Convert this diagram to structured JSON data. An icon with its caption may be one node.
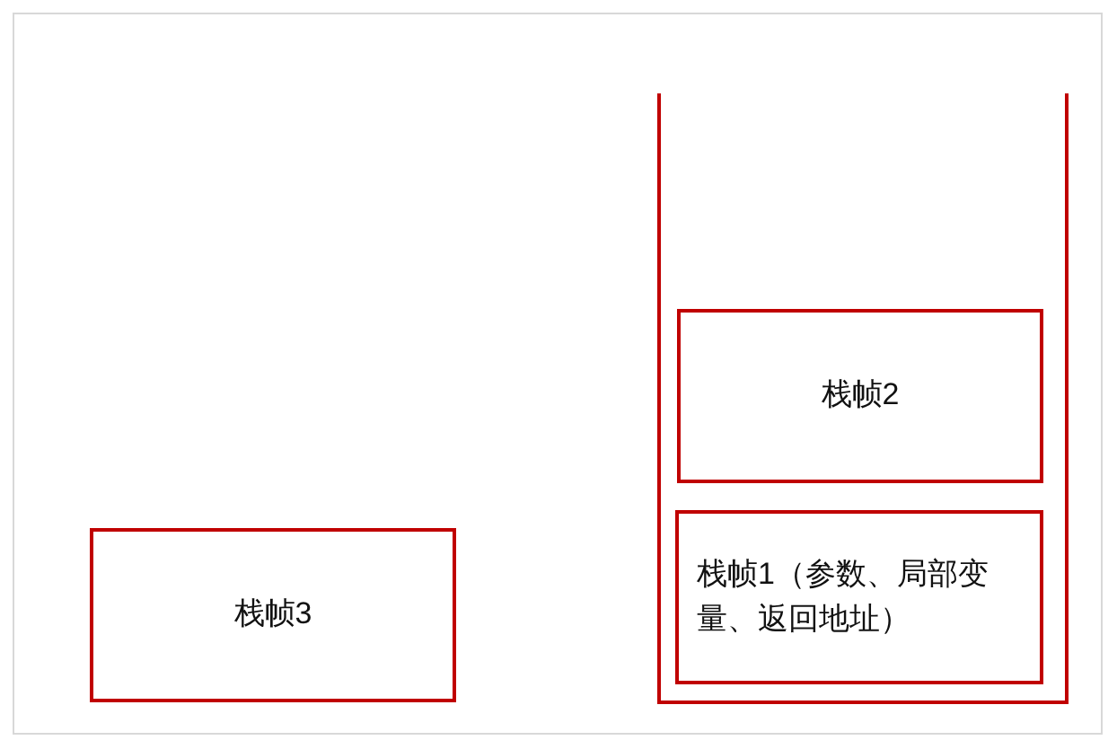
{
  "diagram": {
    "nodes": [
      {
        "text": [
          "栈帧2"
        ]
      },
      {
        "text": [
          "栈帧3"
        ]
      },
      {
        "text": [
          "栈帧1（参数、局部变量、返回地址）"
        ]
      }
    ]
  }
}
